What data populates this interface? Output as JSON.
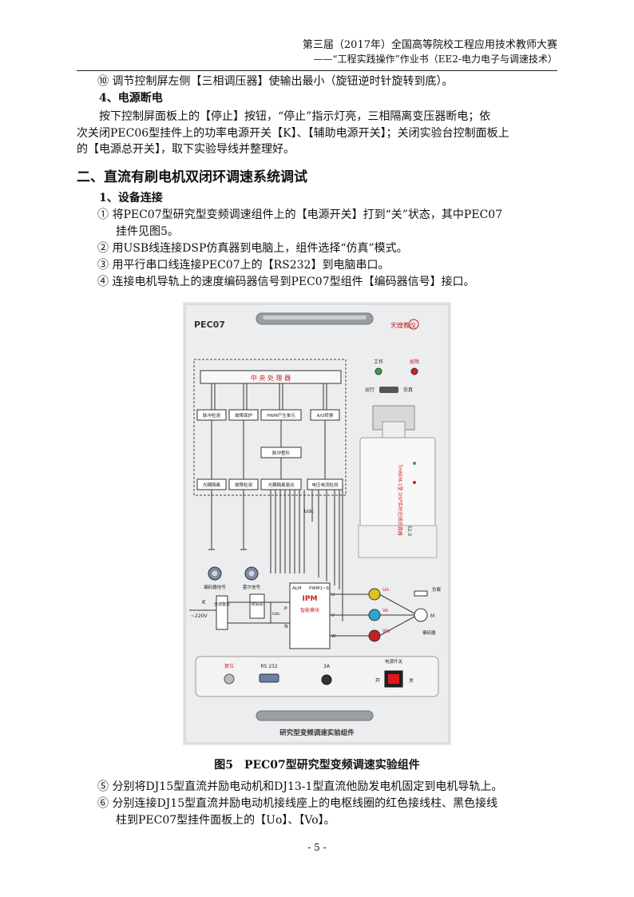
{
  "header": {
    "line1": "第三届（2017年）全国高等院校工程应用技术教师大赛",
    "line2": "——“工程实践操作”作业书（EE2-电力电子与调速技术）"
  },
  "section_prev": {
    "step10": "⑩ 调节控制屏左侧【三相调压器】使输出最小（旋钮逆时针旋转到底）。",
    "heading4": "4、电源断电",
    "para1_l1": "按下控制屏面板上的【停止】按钮，“停止”指示灯亮，三相隔离变压器断电；依",
    "para1_l2": "次关闭PEC06型挂件上的功率电源开关【K】、【辅助电源开关】；关闭实验台控制面板上",
    "para1_l3": "的【电源总开关】，取下实验导线并整理好。"
  },
  "section2": {
    "title": "二、直流有刷电机双闭环调速系统调试",
    "sub1": "1、设备连接",
    "s1_l1": "① 将PEC07型研究型变频调速组件上的【电源开关】打到“关”状态，其中PEC07",
    "s1_l2": "挂件见图5。",
    "s2": "② 用USB线连接DSP仿真器到电脑上，组件选择“仿真”模式。",
    "s3": "③ 用平行串口线连接PEC07上的【RS232】到电脑串口。",
    "s4": "④ 连接电机导轨上的速度编码器信号到PEC07型组件【编码器信号】接口。",
    "s5": "⑤ 分别将DJ15型直流并励电动机和DJ13-1型直流他励发电机固定到电机导轨上。",
    "s6_l1": "⑥ 分别连接DJ15型直流并励电动机接线座上的电枢线圈的红色接线柱、黑色接线",
    "s6_l2": "柱到PEC07型挂件面板上的【Uo】、【Vo】。"
  },
  "figure": {
    "caption": "图5　PEC07型研究型变频调速实验组件",
    "panel_title": "PEC07",
    "logo": "天煌教仪",
    "cpu": "中 央 处 理 器",
    "blk_pulse_detect": "脉冲检测",
    "blk_fault_protect": "故障保护",
    "blk_pwm_gen": "PWM产生单元",
    "blk_ad": "A/D转换",
    "blk_pulse_shape": "脉冲整形",
    "blk_opto": "光耦隔离",
    "blk_fault_detect": "故障检测",
    "blk_opto_drive": "光耦隔离驱动",
    "blk_volt_detect": "电压电流检测",
    "udc": "Udc",
    "led_work": "工作",
    "led_fault": "故障",
    "switch_run": "运行",
    "switch_sim": "仿真",
    "emulator_text": "THBEM-1型 DSP实时在线仿真器",
    "emulator_model": "S2.0",
    "encoder_sig": "编码器信号",
    "hall_sig": "霍尔信号",
    "k_label": "K",
    "ac_in": "~220V",
    "rectifier": "全波整流",
    "soft_start": "软启动",
    "alm": "ALM",
    "pwm16": "PWM1~6",
    "ipm": "IPM",
    "ipm_sub": "智能模块",
    "p_label": "P",
    "n_label": "N",
    "u_label": "U",
    "v_label": "V",
    "w_label": "W",
    "uo": "Uo",
    "vo": "Vo",
    "wo": "Wo",
    "load": "负载",
    "motor": "M",
    "encoder": "编码器",
    "reset": "复位",
    "rs232": "RS 232",
    "fuse": "3A",
    "power_switch": "电源开关",
    "on": "开",
    "off": "关",
    "bottom_label": "研究型变频调速实验组件"
  },
  "page_number": "- 5 -"
}
